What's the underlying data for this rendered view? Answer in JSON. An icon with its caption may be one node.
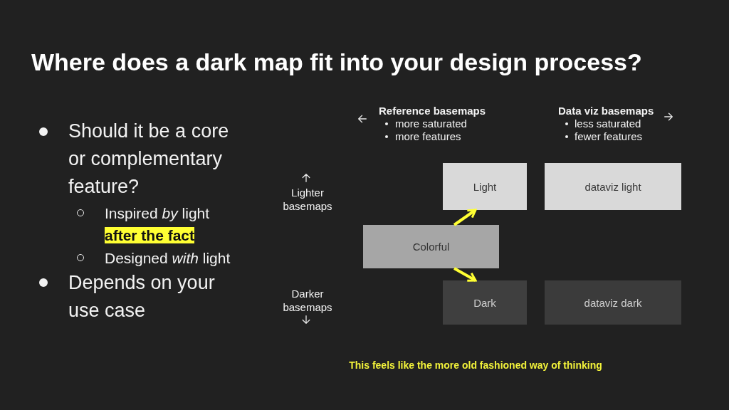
{
  "diagram": {
    "title": "Where does a dark map fit into your design process?",
    "nodes": [
      {
        "text": [
          "Light"
        ]
      },
      {
        "text": [
          "dataviz light"
        ]
      },
      {
        "text": [
          "Colorful"
        ]
      },
      {
        "text": [
          "Dark"
        ]
      },
      {
        "text": [
          "dataviz dark"
        ]
      }
    ],
    "edges": [
      {
        "from": 2,
        "to": 0,
        "arrow": "to"
      },
      {
        "from": 2,
        "to": 3,
        "arrow": "to"
      }
    ],
    "labels": [
      "Should it be a core or complementary feature?",
      "Inspired *by* light **after the fact**",
      "Designed *with* light",
      "Depends on your use case",
      "Reference basemaps",
      "more saturated",
      "more features",
      "Data viz basemaps",
      "less saturated",
      "fewer features",
      "Lighter basemaps",
      "Darker basemaps",
      "This feels like the more old fashioned way of thinking"
    ]
  }
}
